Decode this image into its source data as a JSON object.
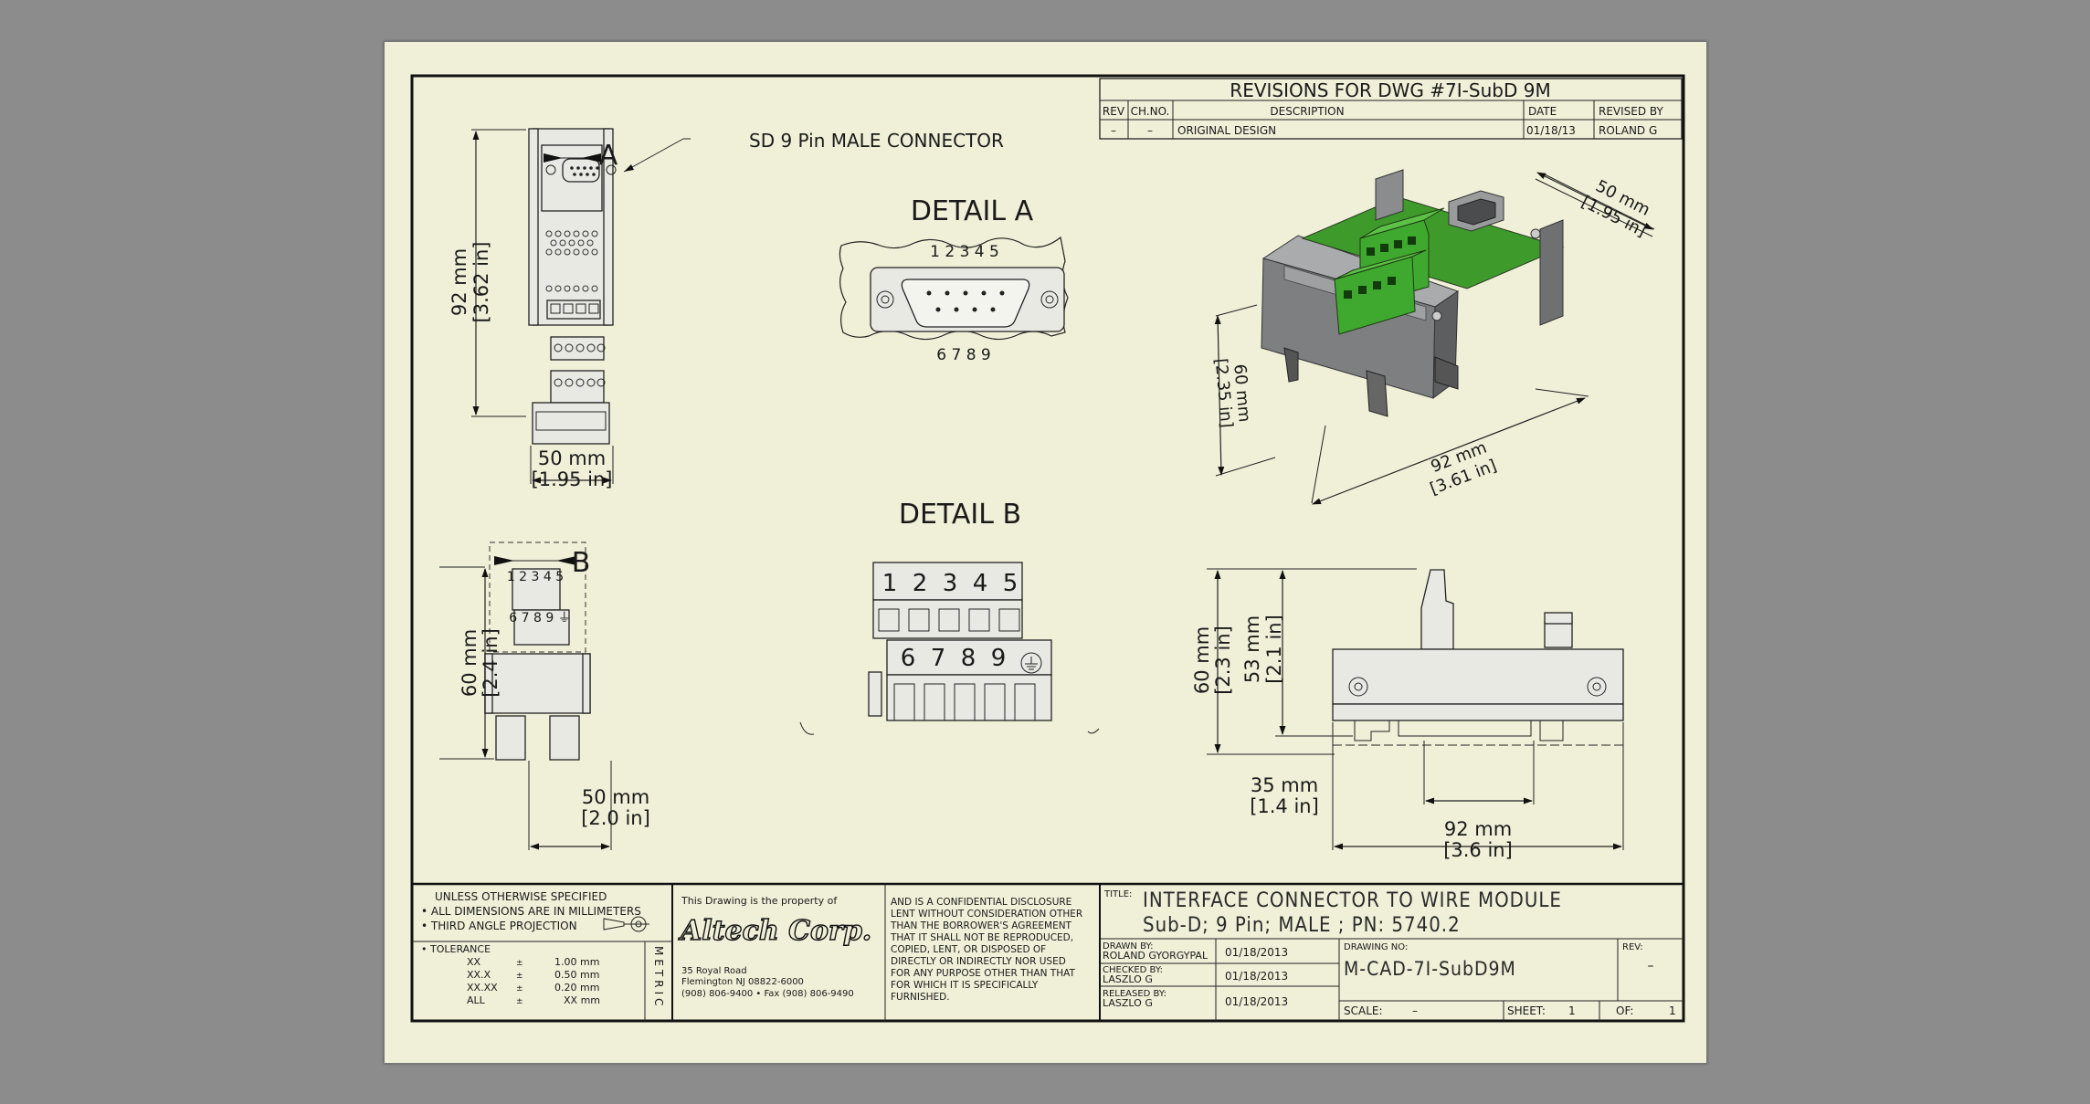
{
  "revisions": {
    "title": "REVISIONS FOR DWG #7I-SubD 9M",
    "headers": {
      "rev": "REV",
      "chno": "CH.NO.",
      "description": "DESCRIPTION",
      "date": "DATE",
      "revised_by": "REVISED BY"
    },
    "row": {
      "rev": "–",
      "chno": "–",
      "description": "ORIGINAL DESIGN",
      "date": "01/18/13",
      "revised_by": "ROLAND G"
    }
  },
  "view_front": {
    "callout": "SD 9 Pin MALE CONNECTOR",
    "section_letter": "A",
    "height_mm": "92 mm",
    "height_in": "[3.62 in]",
    "width_mm": "50 mm",
    "width_in": "[1.95 in]"
  },
  "detail_a": {
    "title": "DETAIL  A",
    "pins_top": "1 2 3 4 5",
    "pins_bottom": "6 7 8 9"
  },
  "iso_view": {
    "width_mm": "50 mm",
    "width_in": "[1.95 in]",
    "height_mm": "60 mm",
    "height_in": "[2.35 in]",
    "length_mm": "92 mm",
    "length_in": "[3.61 in]"
  },
  "view_side": {
    "section_letter": "B",
    "height_mm": "60 mm",
    "height_in": "[2.4 in]",
    "width_mm": "50 mm",
    "width_in": "[2.0 in]"
  },
  "detail_b": {
    "title": "DETAIL  B",
    "top_numbers": [
      "1",
      "2",
      "3",
      "4",
      "5"
    ],
    "bottom_numbers": [
      "6",
      "7",
      "8",
      "9"
    ]
  },
  "view_rail": {
    "height_mm": "60 mm",
    "height_in": "[2.3 in]",
    "inner_height_mm": "53 mm",
    "inner_height_in": "[2.1 in]",
    "rail_mm": "35 mm",
    "rail_in": "[1.4 in]",
    "length_mm": "92 mm",
    "length_in": "[3.6 in]"
  },
  "notes": {
    "line1": "UNLESS OTHERWISE SPECIFIED",
    "line2": "• ALL DIMENSIONS ARE IN MILLIMETERS",
    "line3": "• THIRD ANGLE PROJECTION",
    "tolerance_label": "• TOLERANCE",
    "tolerances": [
      {
        "format": "XX",
        "value": "1.00 mm"
      },
      {
        "format": "XX.X",
        "value": "0.50 mm"
      },
      {
        "format": "XX.XX",
        "value": "0.20 mm"
      },
      {
        "format": "ALL",
        "value": "XX mm"
      }
    ],
    "metric": "METRIC"
  },
  "company": {
    "property_note": "This Drawing is the property of",
    "logo": "Altech Corp.",
    "address1": "35 Royal Road",
    "address2": "Flemington NJ 08822-6000",
    "phone": "(908) 806-9400 • Fax (908) 806-9490",
    "disclosure": [
      "AND IS A CONFIDENTIAL DISCLOSURE",
      "LENT WITHOUT CONSIDERATION OTHER",
      "THAN THE BORROWER'S AGREEMENT",
      "THAT IT SHALL NOT BE REPRODUCED,",
      "COPIED, LENT, OR DISPOSED OF",
      "DIRECTLY OR INDIRECTLY NOR USED",
      "FOR ANY PURPOSE OTHER THAN THAT",
      "FOR WHICH IT IS SPECIFICALLY",
      "FURNISHED."
    ]
  },
  "title_block": {
    "title_label": "TITLE:",
    "title_line1": "INTERFACE CONNECTOR TO WIRE MODULE",
    "title_line2": "Sub-D; 9 Pin; MALE ; PN: 5740.2",
    "drawn_label": "DRAWN BY:",
    "drawn_by": "ROLAND GYORGYPAL",
    "drawn_date": "01/18/2013",
    "checked_label": "CHECKED BY:",
    "checked_by": "LASZLO G",
    "checked_date": "01/18/2013",
    "released_label": "RELEASED BY:",
    "released_by": "LASZLO G",
    "released_date": "01/18/2013",
    "drawing_no_label": "DRAWING NO:",
    "drawing_no": "M-CAD-7I-SubD9M",
    "rev_label": "REV:",
    "rev": "–",
    "scale_label": "SCALE:",
    "scale": "–",
    "sheet_label": "SHEET:",
    "sheet": "1",
    "of_label": "OF:",
    "of": "1"
  },
  "colors": {
    "paper": "#f0efd8",
    "background": "#8c8c8c",
    "terminal_green": "#3f9a2c",
    "housing_gray": "#7d7f80"
  }
}
